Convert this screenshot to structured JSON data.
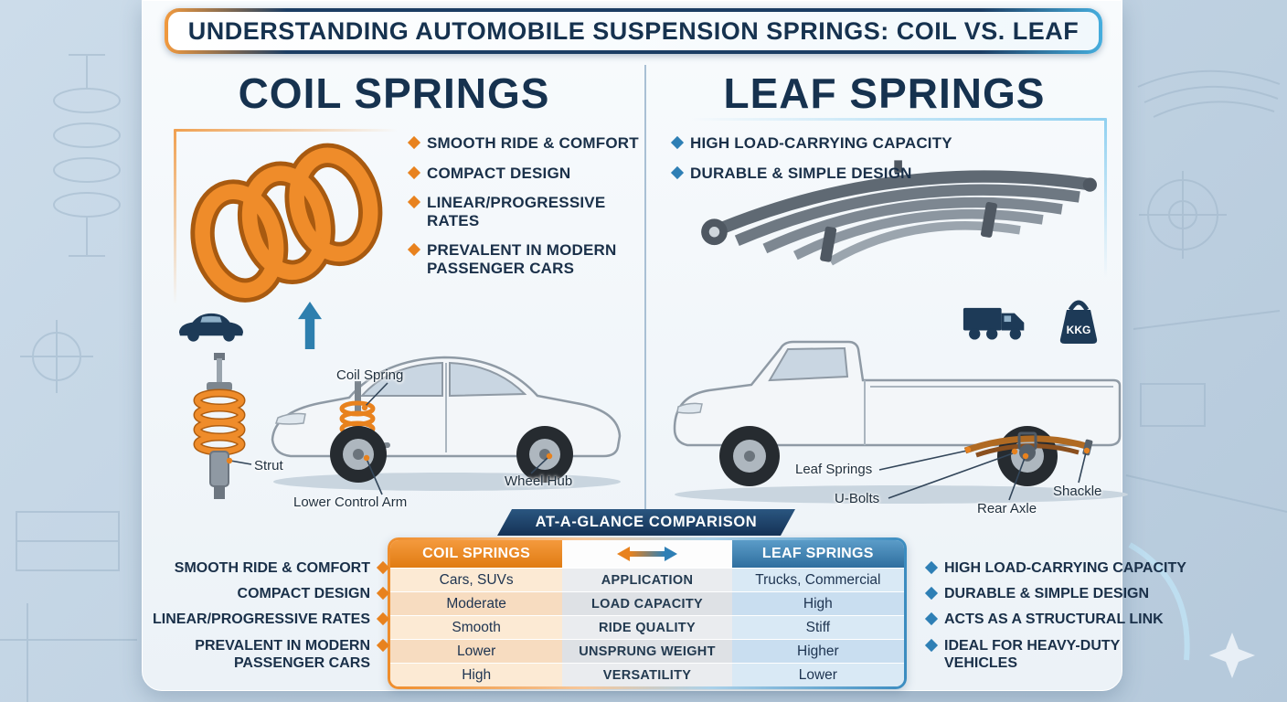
{
  "colors": {
    "coil_accent": "#E8821E",
    "leaf_accent": "#2E7FB5",
    "navy": "#16324F",
    "panel_bg": "#F4F8FB"
  },
  "header": {
    "title": "UNDERSTANDING AUTOMOBILE SUSPENSION SPRINGS: COIL VS. LEAF"
  },
  "coil_section": {
    "title": "COIL SPRINGS",
    "bullets": [
      "SMOOTH RIDE & COMFORT",
      "COMPACT DESIGN",
      "LINEAR/PROGRESSIVE RATES",
      "PREVALENT IN MODERN PASSENGER CARS"
    ],
    "labels": {
      "coil_spring": "Coil Spring",
      "strut": "Strut",
      "lower_control_arm": "Lower Control Arm",
      "wheel_hub": "Wheel Hub"
    }
  },
  "leaf_section": {
    "title": "LEAF SPRINGS",
    "bullets": [
      "HIGH LOAD-CARRYING CAPACITY",
      "DURABLE & SIMPLE DESIGN"
    ],
    "labels": {
      "leaf_springs": "Leaf Springs",
      "u_bolts": "U-Bolts",
      "rear_axle": "Rear Axle",
      "shackle": "Shackle"
    },
    "weight_icon_text": "KKG"
  },
  "comparison": {
    "title": "AT-A-GLANCE COMPARISON",
    "coil_column_header": "COIL SPRINGS",
    "leaf_column_header": "LEAF SPRINGS",
    "rows": [
      {
        "coil": "Cars, SUVs",
        "attribute": "APPLICATION",
        "leaf": "Trucks, Commercial"
      },
      {
        "coil": "Moderate",
        "attribute": "LOAD CAPACITY",
        "leaf": "High"
      },
      {
        "coil": "Smooth",
        "attribute": "RIDE QUALITY",
        "leaf": "Stiff"
      },
      {
        "coil": "Lower",
        "attribute": "UNSPRUNG WEIGHT",
        "leaf": "Higher"
      },
      {
        "coil": "High",
        "attribute": "VERSATILITY",
        "leaf": "Lower"
      }
    ],
    "coil_highlights": [
      "SMOOTH RIDE & COMFORT",
      "COMPACT DESIGN",
      "LINEAR/PROGRESSIVE RATES",
      "PREVALENT IN MODERN PASSENGER CARS"
    ],
    "leaf_highlights": [
      "HIGH LOAD-CARRYING CAPACITY",
      "DURABLE & SIMPLE DESIGN",
      "ACTS AS A STRUCTURAL LINK",
      "IDEAL FOR HEAVY-DUTY VEHICLES"
    ]
  },
  "icons": {
    "car": "car-icon",
    "up_arrow": "up-arrow-icon",
    "truck": "truck-icon",
    "weight": "weight-icon",
    "compare_arrows": "compare-arrows-icon"
  }
}
